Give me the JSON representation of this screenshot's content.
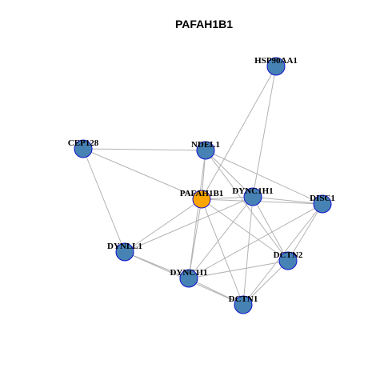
{
  "title": "PAFAH1B1",
  "colors": {
    "hub_fill": "#ffa500",
    "node_fill": "#4682b4",
    "node_border": "#1010cc",
    "edge": "#b3b3b3",
    "background": "#ffffff"
  },
  "nodes": [
    {
      "id": "PAFAH1B1",
      "hub": true
    },
    {
      "id": "HSP90AA1",
      "hub": false
    },
    {
      "id": "CEP128",
      "hub": false
    },
    {
      "id": "NDEL1",
      "hub": false
    },
    {
      "id": "DYNC1H1",
      "hub": false
    },
    {
      "id": "DISC1",
      "hub": false
    },
    {
      "id": "DYNLL1",
      "hub": false
    },
    {
      "id": "DCTN2",
      "hub": false
    },
    {
      "id": "DYNC1I1",
      "hub": false
    },
    {
      "id": "DCTN1",
      "hub": false
    }
  ],
  "edges": [
    [
      "HSP90AA1",
      "PAFAH1B1"
    ],
    [
      "HSP90AA1",
      "DYNC1H1"
    ],
    [
      "CEP128",
      "NDEL1"
    ],
    [
      "CEP128",
      "PAFAH1B1"
    ],
    [
      "CEP128",
      "DYNLL1"
    ],
    [
      "NDEL1",
      "PAFAH1B1"
    ],
    [
      "NDEL1",
      "DYNC1H1"
    ],
    [
      "NDEL1",
      "DISC1"
    ],
    [
      "NDEL1",
      "DCTN2"
    ],
    [
      "NDEL1",
      "DYNC1I1"
    ],
    [
      "PAFAH1B1",
      "DYNC1H1"
    ],
    [
      "PAFAH1B1",
      "DISC1"
    ],
    [
      "PAFAH1B1",
      "DYNLL1"
    ],
    [
      "PAFAH1B1",
      "DCTN2"
    ],
    [
      "PAFAH1B1",
      "DYNC1I1"
    ],
    [
      "PAFAH1B1",
      "DCTN1"
    ],
    [
      "DYNC1H1",
      "DISC1"
    ],
    [
      "DYNC1H1",
      "DYNLL1"
    ],
    [
      "DYNC1H1",
      "DCTN2"
    ],
    [
      "DYNC1H1",
      "DYNC1I1"
    ],
    [
      "DYNC1H1",
      "DCTN1"
    ],
    [
      "DISC1",
      "DCTN2"
    ],
    [
      "DISC1",
      "DCTN1"
    ],
    [
      "DISC1",
      "DYNC1I1"
    ],
    [
      "DYNLL1",
      "DYNC1I1"
    ],
    [
      "DYNLL1",
      "DCTN1"
    ],
    [
      "DCTN2",
      "DYNC1I1"
    ],
    [
      "DCTN2",
      "DCTN1"
    ],
    [
      "DYNC1I1",
      "DCTN1"
    ]
  ]
}
